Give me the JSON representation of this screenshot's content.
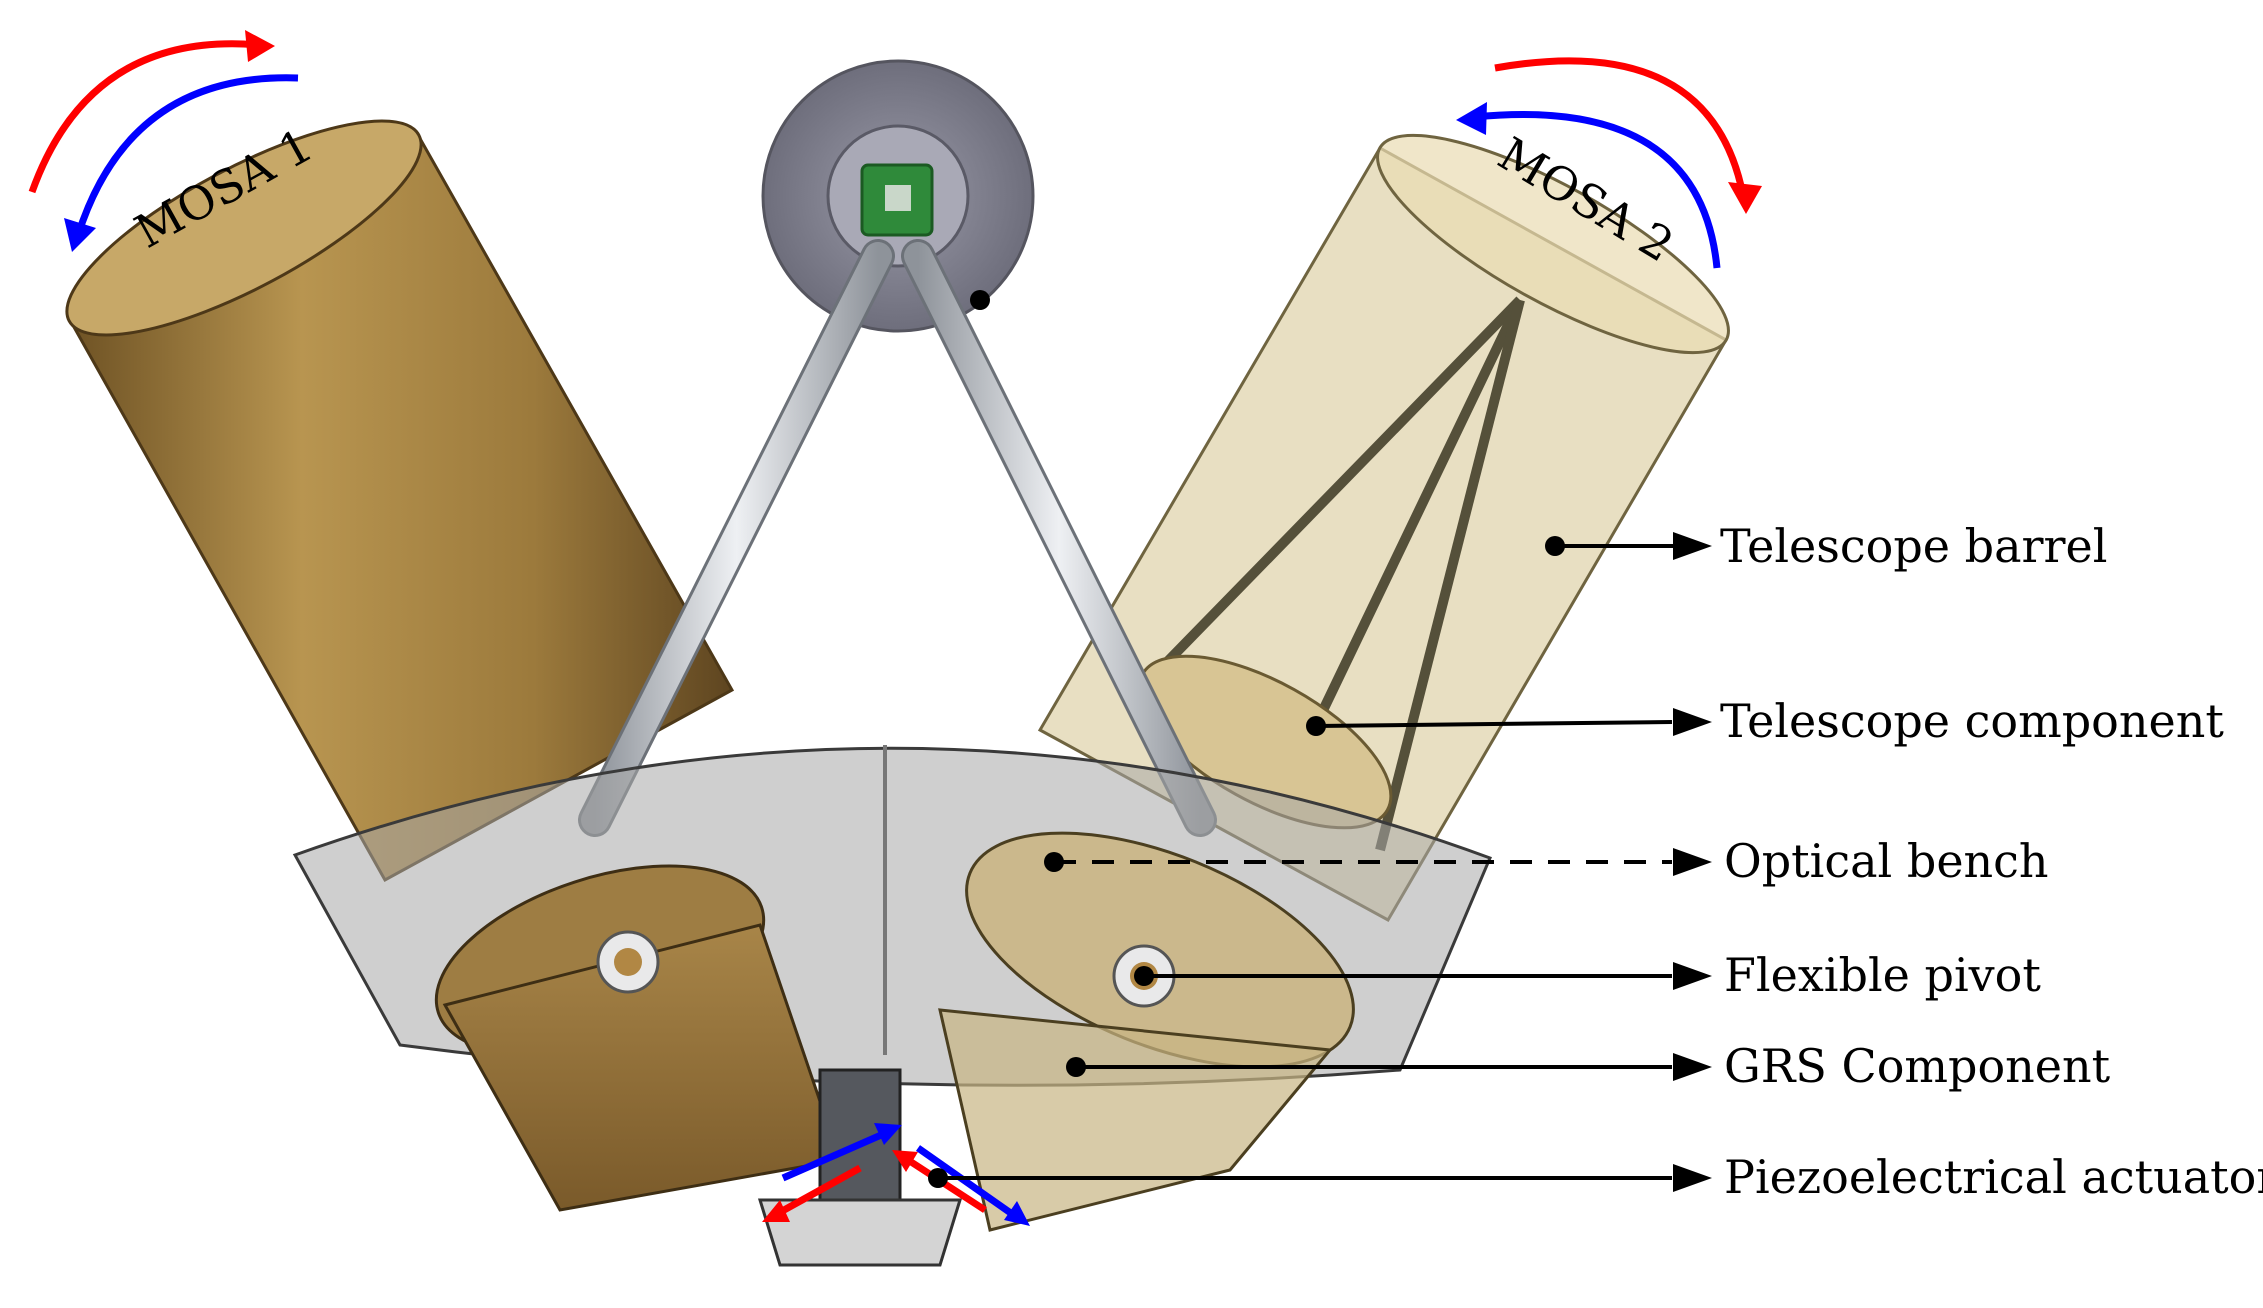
{
  "mosa_labels": {
    "mosa1": "MOSA 1",
    "mosa2": "MOSA 2"
  },
  "callouts": {
    "telescope_barrel": "Telescope barrel",
    "telescope_component": "Telescope component",
    "optical_bench": "Optical bench",
    "flexible_pivot": "Flexible pivot",
    "grs_component": "GRS Component",
    "piezo_actuator": "Piezoelectrical actuator"
  },
  "colors": {
    "rotation_cw": "#ff0000",
    "rotation_ccw": "#0000ff",
    "barrel_left": "#9c7a3c",
    "barrel_right_translucent": "#c9b780",
    "struts": "#c8ccd2",
    "housing": "#b8b8b8"
  }
}
